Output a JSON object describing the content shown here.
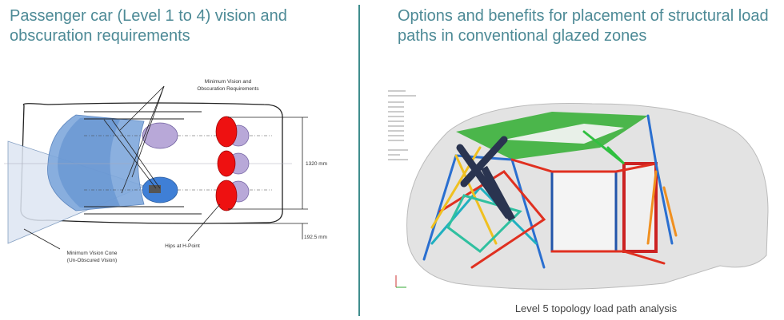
{
  "left": {
    "title": "Passenger car (Level 1 to 4) vision and obscuration requirements",
    "labels": {
      "vision_req_1": "Minimum Vision and",
      "vision_req_2": "Obscuration Requirements",
      "width_dim": "1320 mm",
      "offset_dim": "192.5 mm",
      "hips": "Hips at H-Point",
      "cone_1": "Minimum Vision Cone",
      "cone_2": "(Un-Obscured Vision)"
    }
  },
  "right": {
    "title": "Options and benefits for placement of structural load paths in conventional glazed zones",
    "caption": "Level 5 topology load path analysis"
  },
  "colors": {
    "title": "#4d8a96",
    "divider": "#3f8d8d",
    "hips": "#ee1111",
    "head_zone": "#6f9fd8",
    "seat": "#b8a8d8"
  }
}
